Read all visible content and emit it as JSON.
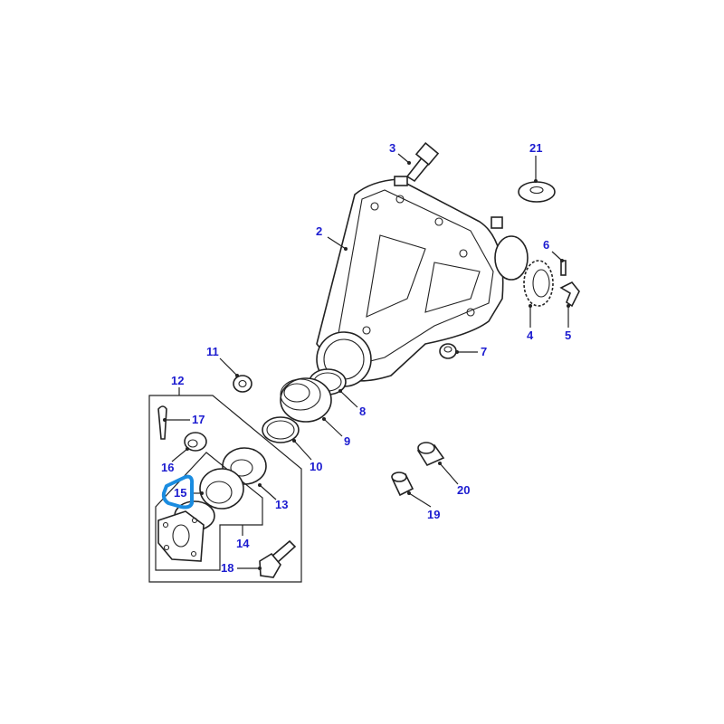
{
  "diagram": {
    "highlight_color": "#1a8ce0",
    "label_color": "#1c1cd0",
    "highlighted_label": "15",
    "callouts": {
      "c2": "2",
      "c3": "3",
      "c4": "4",
      "c5": "5",
      "c6": "6",
      "c7": "7",
      "c8": "8",
      "c9": "9",
      "c10": "10",
      "c11": "11",
      "c12": "12",
      "c13": "13",
      "c14": "14",
      "c15": "15",
      "c16": "16",
      "c17": "17",
      "c18": "18",
      "c19": "19",
      "c20": "20",
      "c21": "21"
    }
  }
}
